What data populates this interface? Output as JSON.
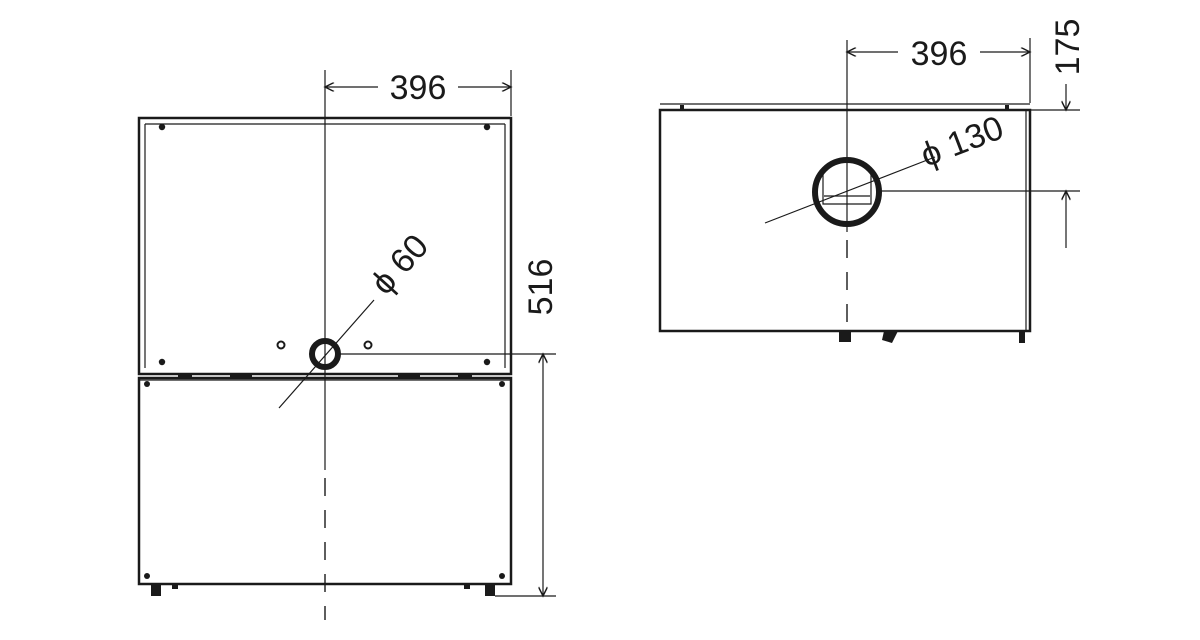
{
  "colors": {
    "line": "#1a1a1a",
    "background": "#ffffff"
  },
  "views": {
    "front": {
      "width_label": "396",
      "height_label": "516",
      "hole_label": "ϕ 60"
    },
    "top": {
      "width_label": "396",
      "offset_label": "175",
      "hole_label": "ϕ 130"
    }
  }
}
